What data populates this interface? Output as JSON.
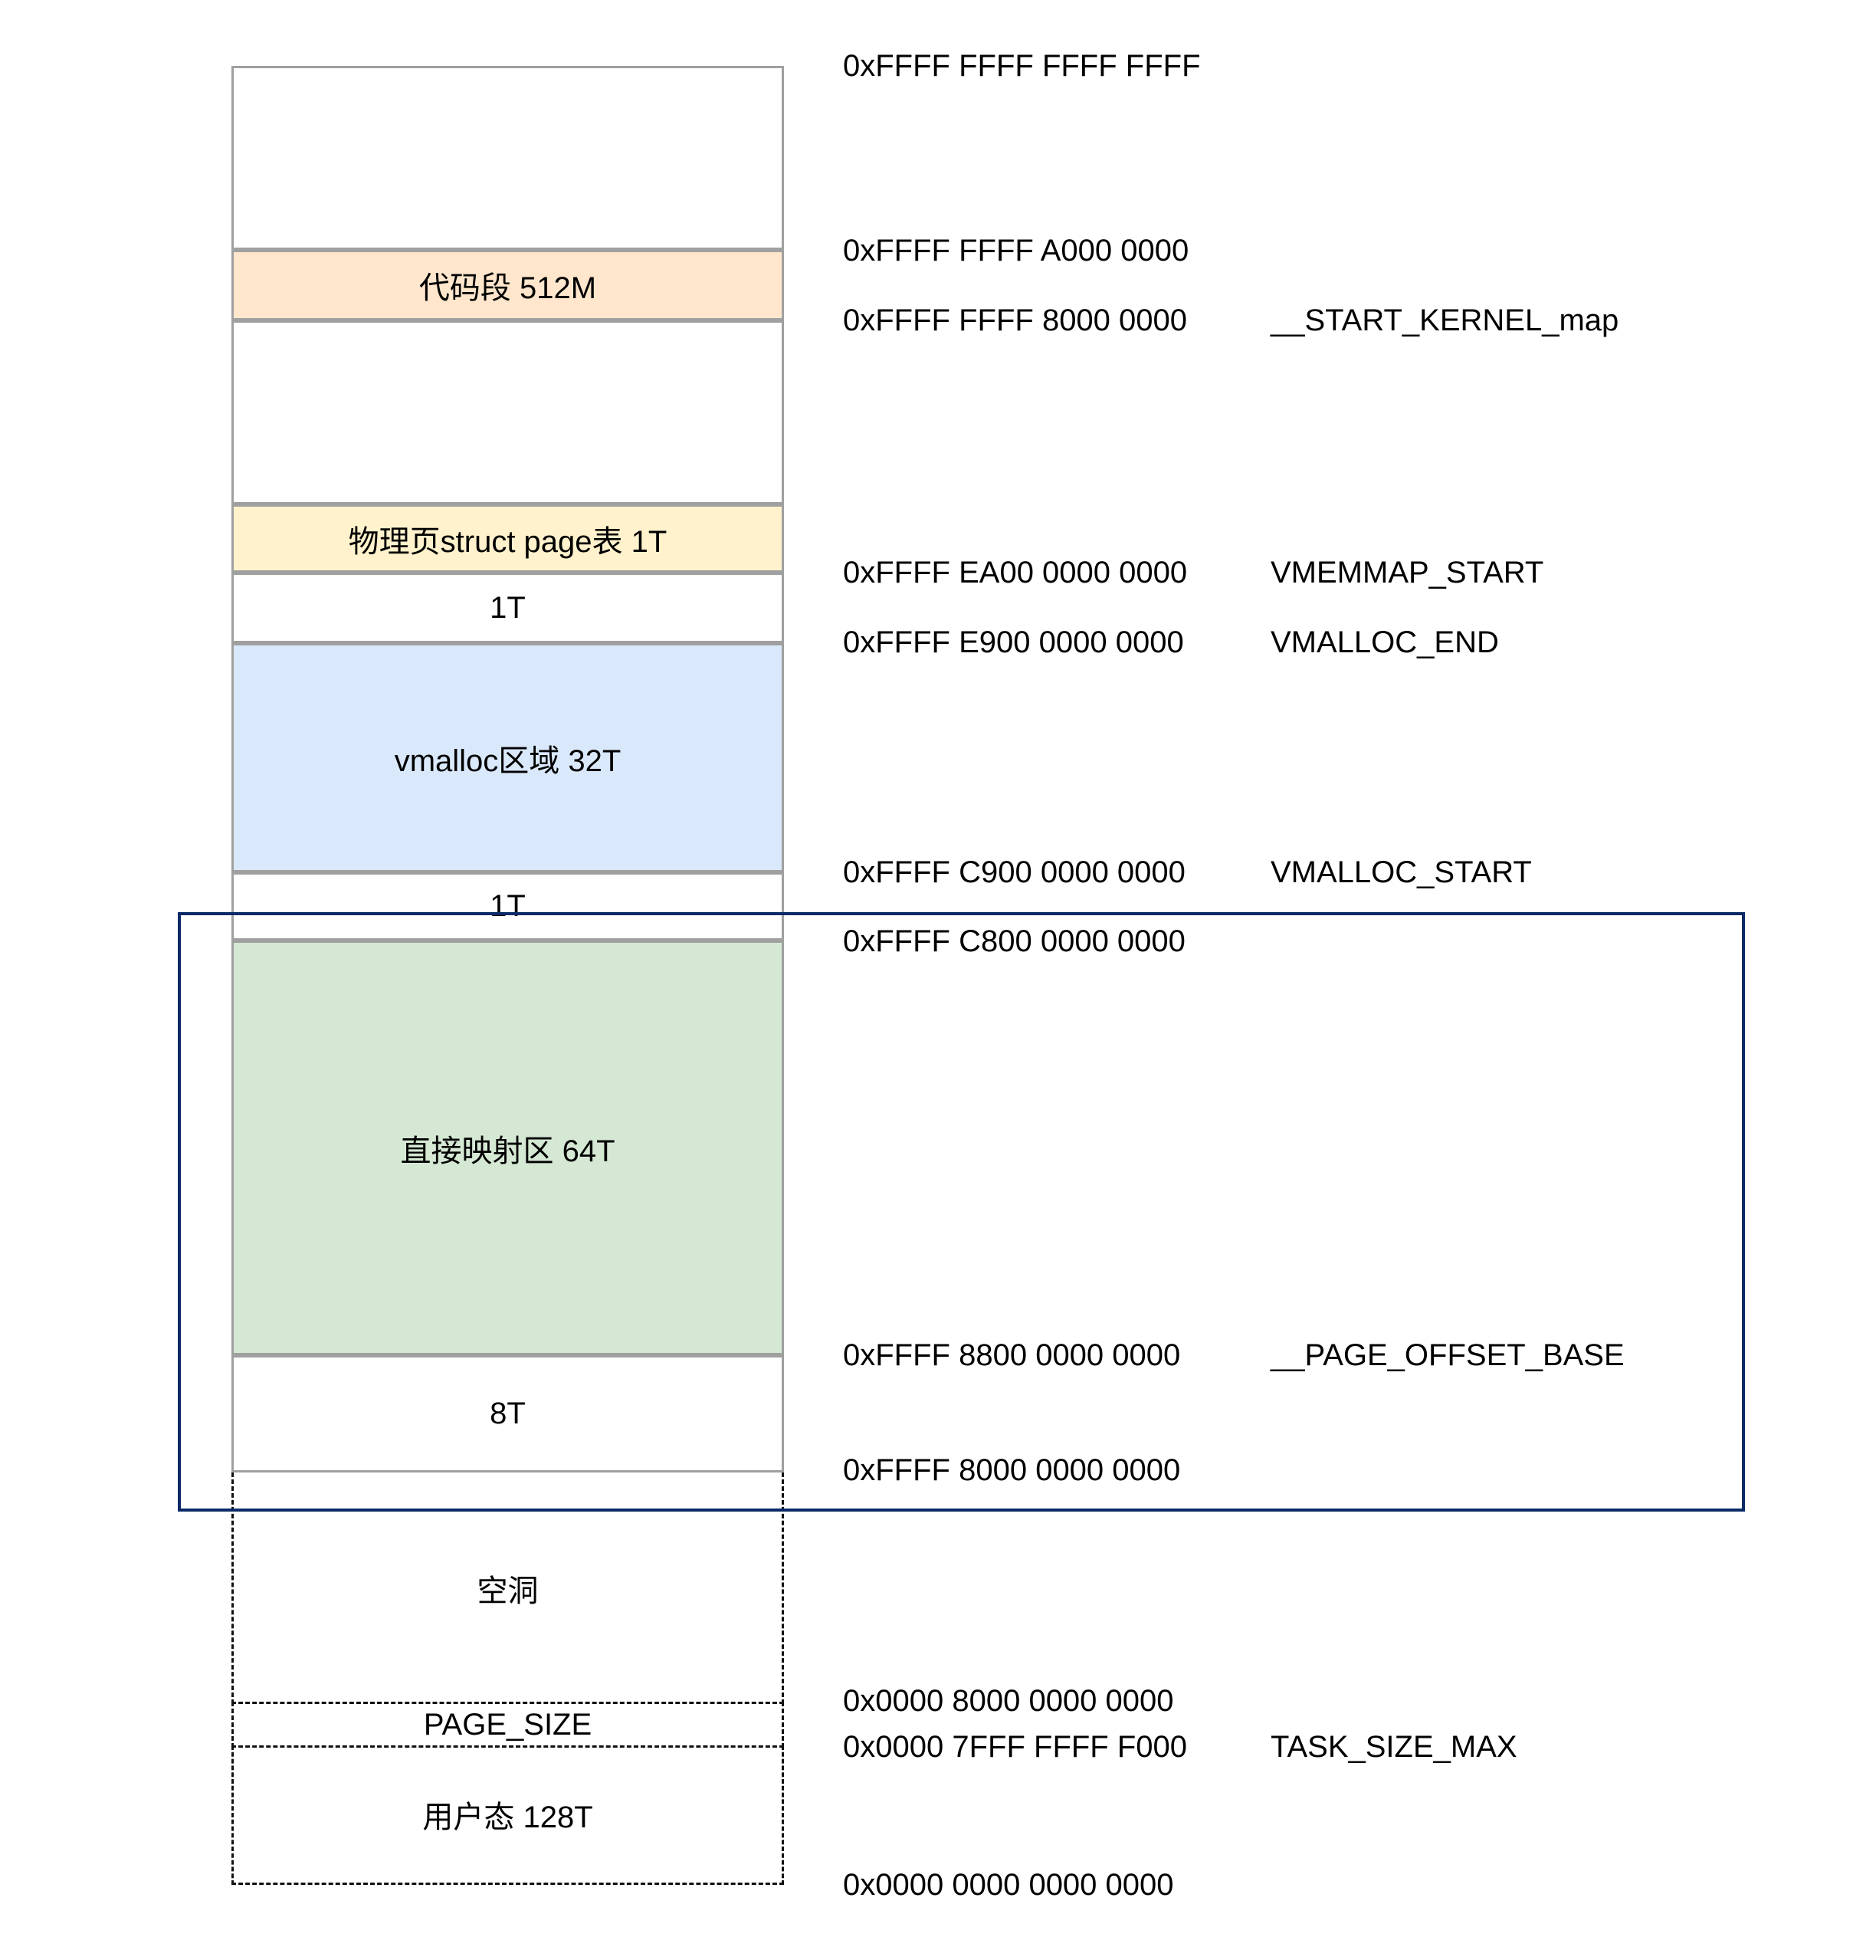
{
  "diagram": {
    "title": "x86_64 Linux virtual address space layout",
    "colors": {
      "code_segment": "#ffe6cc",
      "struct_page": "#fff2cc",
      "vmalloc": "#dae8fc",
      "direct_map": "#d5e8d4",
      "border": "#a0a0a0",
      "highlight_frame": "#0b2a66"
    },
    "segments": [
      {
        "label": "",
        "fill": "#ffffff",
        "style": "solid"
      },
      {
        "label": "代码段 512M",
        "fill": "#ffe6cc",
        "style": "solid"
      },
      {
        "label": "",
        "fill": "#ffffff",
        "style": "solid"
      },
      {
        "label": "物理页struct page表 1T",
        "fill": "#fff2cc",
        "style": "solid"
      },
      {
        "label": "1T",
        "fill": "#ffffff",
        "style": "solid"
      },
      {
        "label": "vmalloc区域 32T",
        "fill": "#dae8fc",
        "style": "solid"
      },
      {
        "label": "1T",
        "fill": "#ffffff",
        "style": "solid"
      },
      {
        "label": "直接映射区 64T",
        "fill": "#d5e8d4",
        "style": "solid"
      },
      {
        "label": "8T",
        "fill": "#ffffff",
        "style": "solid"
      },
      {
        "label": "空洞",
        "fill": "#ffffff",
        "style": "dashed"
      },
      {
        "label": "PAGE_SIZE",
        "fill": "#ffffff",
        "style": "dashed"
      },
      {
        "label": "用户态 128T",
        "fill": "#ffffff",
        "style": "dashed"
      }
    ],
    "addresses": [
      {
        "addr": "0xFFFF FFFF FFFF FFFF",
        "name": ""
      },
      {
        "addr": "0xFFFF FFFF A000 0000",
        "name": ""
      },
      {
        "addr": "0xFFFF FFFF 8000 0000",
        "name": "__START_KERNEL_map"
      },
      {
        "addr": "0xFFFF EA00 0000 0000",
        "name": "VMEMMAP_START"
      },
      {
        "addr": "0xFFFF E900 0000 0000",
        "name": "VMALLOC_END"
      },
      {
        "addr": "0xFFFF C900 0000 0000",
        "name": "VMALLOC_START"
      },
      {
        "addr": "0xFFFF C800 0000 0000",
        "name": ""
      },
      {
        "addr": "0xFFFF 8800 0000 0000",
        "name": "__PAGE_OFFSET_BASE"
      },
      {
        "addr": "0xFFFF 8000 0000 0000",
        "name": ""
      },
      {
        "addr": "0x0000 8000 0000 0000",
        "name": ""
      },
      {
        "addr": "0x0000 7FFF FFFF F000",
        "name": "TASK_SIZE_MAX"
      },
      {
        "addr": "0x0000 0000 0000 0000",
        "name": ""
      }
    ]
  }
}
